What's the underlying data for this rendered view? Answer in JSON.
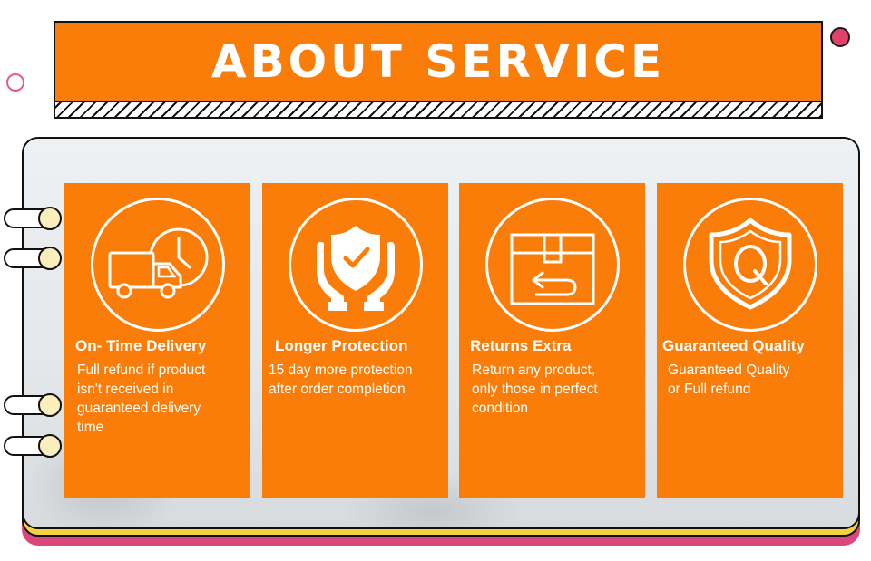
{
  "page": {
    "title": "ABOUT SERVICE"
  },
  "colors": {
    "accent": "#fb7d09",
    "pink": "#d9477b",
    "yellow": "#f4d23c",
    "outline": "#111111"
  },
  "cards": [
    {
      "title": "On- Time Delivery",
      "description": "Full refund if product\nisn't received in\nguaranteed delivery\ntime",
      "icon": "truck-clock-icon"
    },
    {
      "title": "Longer Protection",
      "description": "15 day more protection\nafter order completion",
      "icon": "shield-hands-icon"
    },
    {
      "title": "Returns Extra",
      "description": "Return any product,\nonly those in perfect\ncondition",
      "icon": "return-box-icon"
    },
    {
      "title": "Guaranteed Quality",
      "description": "Guaranteed Quality\nor Full refund",
      "icon": "quality-shield-icon"
    }
  ]
}
